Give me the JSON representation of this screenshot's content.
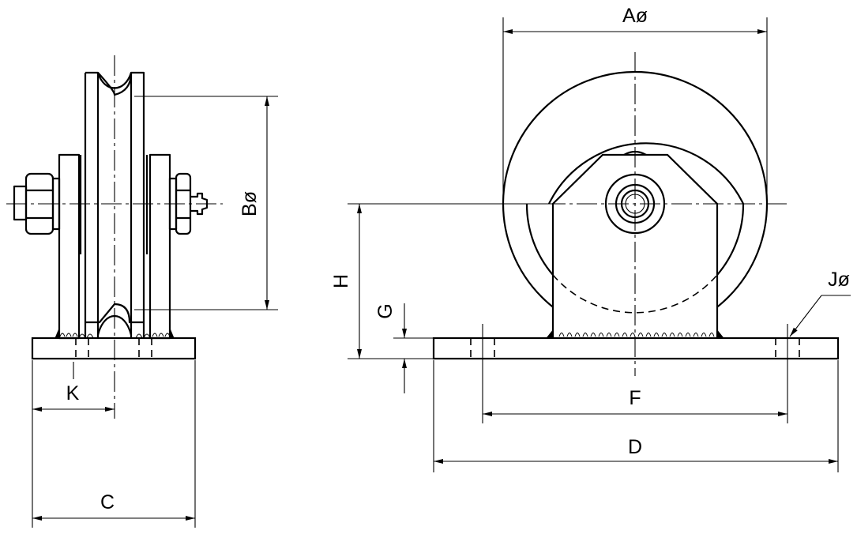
{
  "labels": {
    "A": "Aø",
    "B": "Bø",
    "C": "C",
    "D": "D",
    "F": "F",
    "G": "G",
    "H": "H",
    "J": "Jø",
    "K": "K"
  }
}
